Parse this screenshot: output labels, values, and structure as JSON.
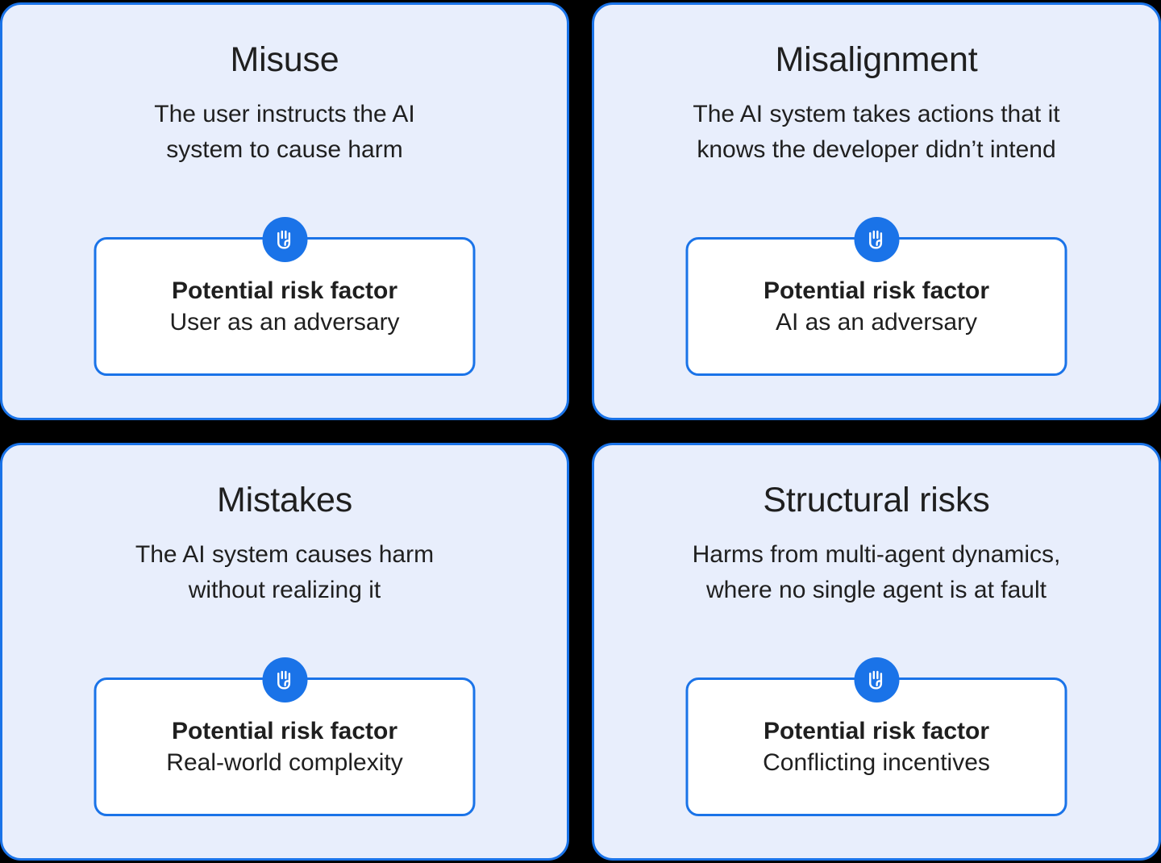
{
  "theme": {
    "background": "#000000",
    "card_fill": "#e8eefc",
    "card_border": "#1a73e8",
    "inner_box_fill": "#ffffff",
    "accent_blue": "#1a73e8",
    "text_color": "#1f1f1f"
  },
  "risk_factor_label": "Potential risk factor",
  "icon_name": "raised-hand-icon",
  "cards": [
    {
      "title": "Misuse",
      "description": "The user instructs the AI\nsystem to cause harm",
      "risk_label": "Potential risk factor",
      "risk_value": "User as an adversary"
    },
    {
      "title": "Misalignment",
      "description": "The AI system takes actions that it\nknows the developer didn’t intend",
      "risk_label": "Potential risk factor",
      "risk_value": "AI as an adversary"
    },
    {
      "title": "Mistakes",
      "description": "The AI system causes harm\nwithout realizing it",
      "risk_label": "Potential risk factor",
      "risk_value": "Real-world complexity"
    },
    {
      "title": "Structural risks",
      "description": "Harms from multi-agent dynamics,\nwhere no single agent is at fault",
      "risk_label": "Potential risk factor",
      "risk_value": "Conflicting incentives"
    }
  ]
}
